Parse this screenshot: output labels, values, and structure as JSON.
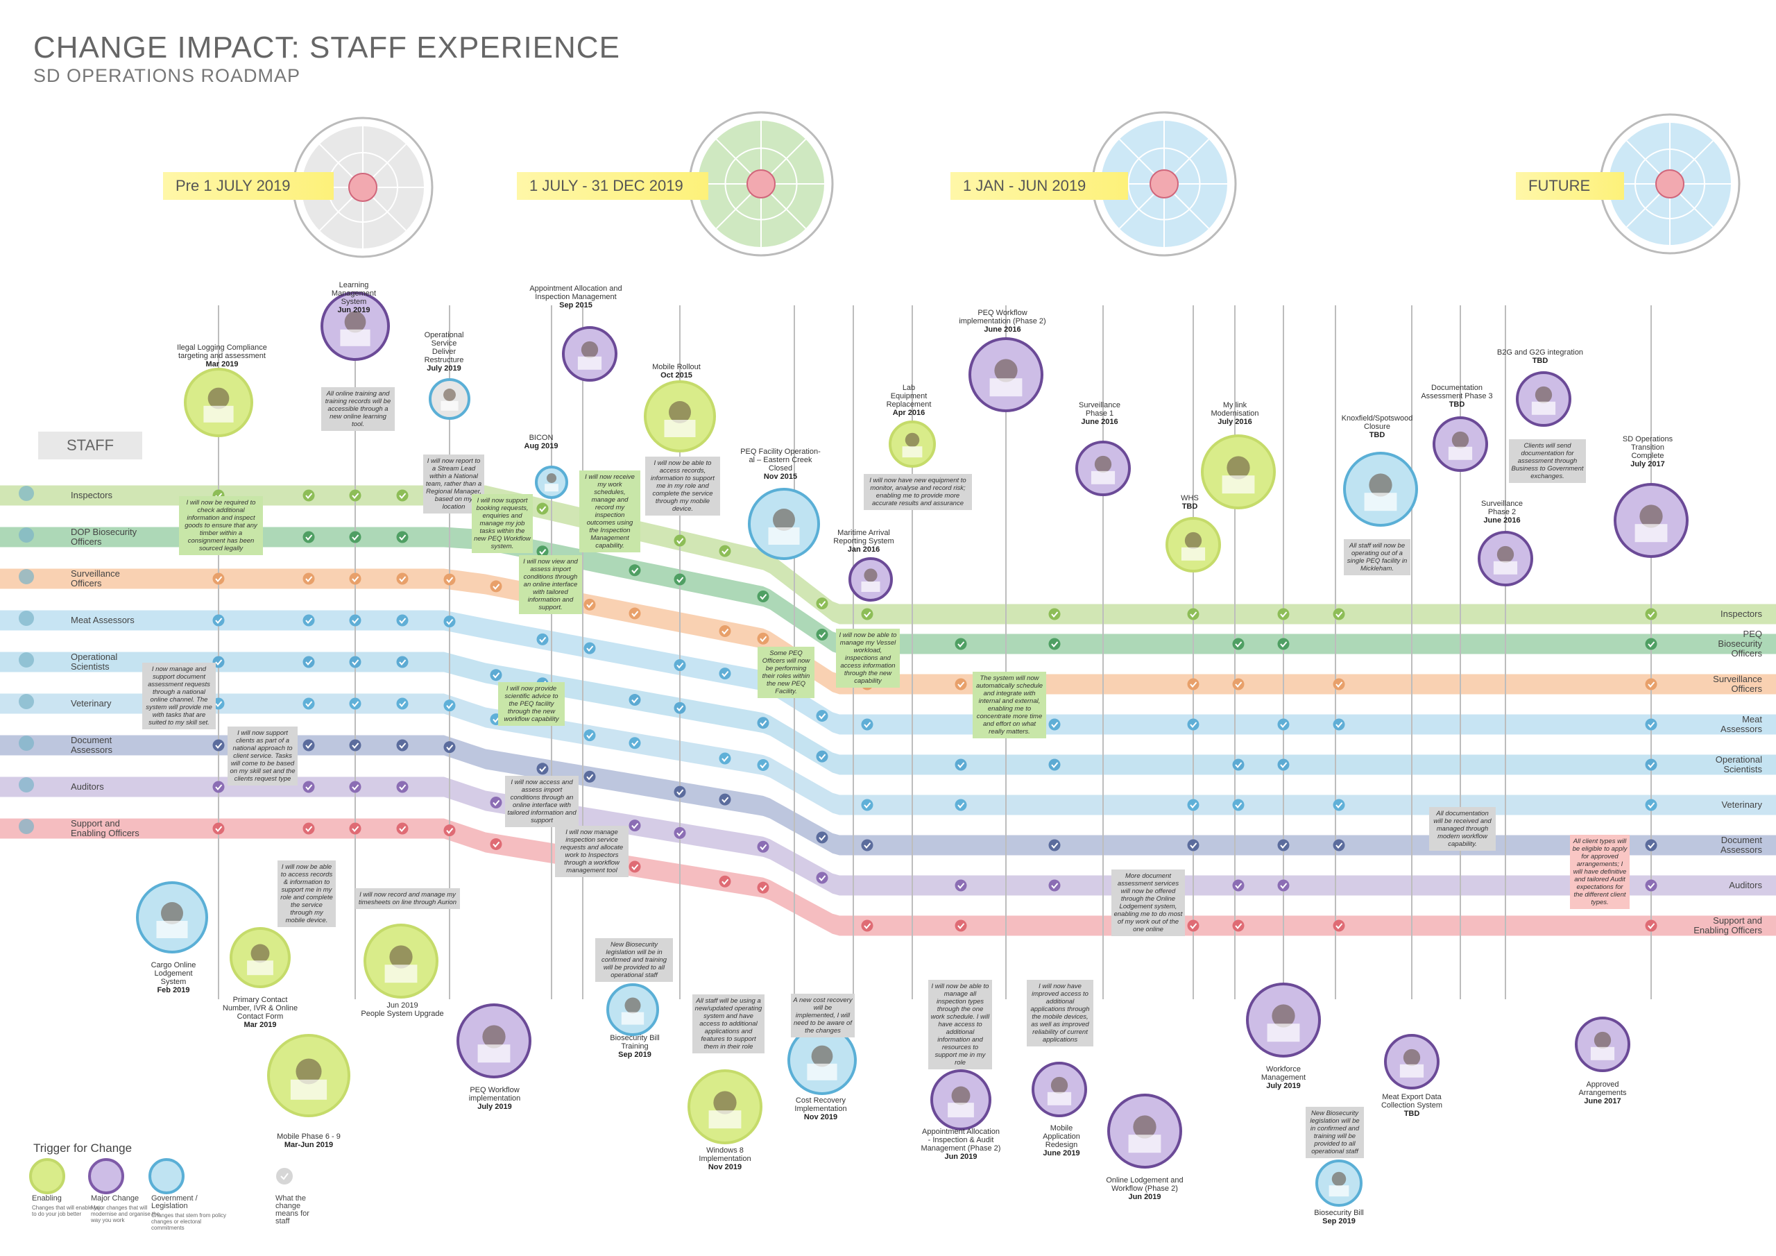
{
  "header": {
    "title": "CHANGE IMPACT: STAFF EXPERIENCE",
    "subtitle": "SD OPERATIONS ROADMAP"
  },
  "periods": [
    "Pre 1 JULY 2019",
    "1 JULY - 31 DEC 2019",
    "1 JAN  - JUN 2019",
    "FUTURE"
  ],
  "staff_box": "STAFF",
  "lanes_left": [
    "Inspectors",
    "DOP Biosecurity\nOfficers",
    "Surveillance\nOfficers",
    "Meat Assessors",
    "Operational\nScientists",
    "Veterinary",
    "Document\nAssessors",
    "Auditors",
    "Support and\nEnabling Officers"
  ],
  "lanes_right": [
    "Inspectors",
    "PEQ\nBiosecurity\nOfficers",
    "Surveillance\nOfficers",
    "Meat\nAssessors",
    "Operational\nScientists",
    "Veterinary",
    "Document\nAssessors",
    "Auditors",
    "Support and\nEnabling Officers"
  ],
  "lane_colors": [
    "#cfe5b0",
    "#a9d6b3",
    "#f9cfae",
    "#c4e3f2",
    "#c2e1f0",
    "#c8e3f1",
    "#b9c3dc",
    "#d3c9e5",
    "#f4b9bd"
  ],
  "marker_colors": [
    "#8dbd57",
    "#4f9f63",
    "#e8a06a",
    "#5faed6",
    "#5caad3",
    "#5fb0d8",
    "#5b6c9d",
    "#8b6db4",
    "#df6b74"
  ],
  "top_events": [
    {
      "name": "Ilegal Logging Compliance\ntargeting and assessment",
      "date": "Mar 2019"
    },
    {
      "name": "Learning\nManagement\nSystem",
      "date": "Jun 2019"
    },
    {
      "name": "Operational\nService\nDeliver\nRestructure",
      "date": "July 2019"
    },
    {
      "name": "BICON",
      "date": "Aug 2019"
    },
    {
      "name": "Appointment Allocation and\nInspection Management",
      "date": "Sep 2015"
    },
    {
      "name": "Mobile Rollout",
      "date": "Oct 2015"
    },
    {
      "name": "PEQ Facility Operation-\nal – Eastern Creek\nClosed",
      "date": "Nov 2015"
    },
    {
      "name": "Maritime Arrival\nReporting System",
      "date": "Jan 2016"
    },
    {
      "name": "Lab\nEquipment\nReplacement",
      "date": "Apr 2016"
    },
    {
      "name": "PEQ Workflow\nimplementation (Phase 2)",
      "date": "June 2016"
    },
    {
      "name": "Surveillance\nPhase 1",
      "date": "June 2016"
    },
    {
      "name": "WHS",
      "date": "TBD"
    },
    {
      "name": "My link\nModernisation",
      "date": "July 2016"
    },
    {
      "name": "Knoxfield/Spotswood\nClosure",
      "date": "TBD"
    },
    {
      "name": "Documentation\nAssessment Phase 3",
      "date": "TBD"
    },
    {
      "name": "Surveillance\nPhase 2",
      "date": "June 2016"
    },
    {
      "name": "B2G and G2G integration",
      "date": "TBD"
    },
    {
      "name": "SD Operations\nTransition\nComplete",
      "date": "July 2017"
    }
  ],
  "bottom_events": [
    {
      "name": "Cargo Online\nLodgement\nSystem",
      "date": "Feb 2019"
    },
    {
      "name": "Primary Contact\nNumber, IVR & Online\nContact Form",
      "date": "Mar 2019"
    },
    {
      "name": "Mobile Phase 6 - 9",
      "date": "Mar-Jun 2019"
    },
    {
      "name": "Jun 2019\nPeople System Upgrade",
      "date": ""
    },
    {
      "name": "PEQ Workflow\nimplementation",
      "date": "July 2019"
    },
    {
      "name": "Biosecurity Bill\nTraining",
      "date": "Sep 2019"
    },
    {
      "name": "Windows 8\nImplementation",
      "date": "Nov 2019"
    },
    {
      "name": "Cost Recovery\nImplementation",
      "date": "Nov 2019"
    },
    {
      "name": "Appointment Allocation\n- Inspection & Audit\nManagement (Phase 2)",
      "date": "Jun 2019"
    },
    {
      "name": "Mobile\nApplication\nRedesign",
      "date": "June 2019"
    },
    {
      "name": "Online Lodgement and\nWorkflow (Phase 2)",
      "date": "Jun 2019"
    },
    {
      "name": "Workforce\nManagement",
      "date": "July 2019"
    },
    {
      "name": "Biosecurity Bill",
      "date": "Sep 2019"
    },
    {
      "name": "Meat Export Data\nCollection System",
      "date": "TBD"
    },
    {
      "name": "Approved\nArrangements",
      "date": "June 2017"
    }
  ],
  "notes": [
    "I will now be required to check additional information and inspect goods to ensure that any timber within a consignment has been sourced legally",
    "All online training and training records will be accessible through a new online learning tool.",
    "I will now report to a Stream Lead within a National team, rather than a Regional Manager, based on my location",
    "I will now support booking requests, enquiries and manage my job tasks within the new PEQ Workflow system.",
    "I will now receive my work schedules, manage and record my inspection outcomes using the Inspection Management capability.",
    "I will now be able to access records, information to support me in my role and complete the service through my mobile device.",
    "I will now view and assess import conditions through an online interface with tailored information and support.",
    "Some PEQ Officers will now be performing their roles within the new PEQ Facility.",
    "I will now be able to manage my Vessel workload, inspections and access information through the new capability",
    "I will now have new equipment to monitor, analyse and record risk; enabling me to provide more accurate results and assurance",
    "The system will now automatically schedule and integrate with internal and external, enabling me to concentrate more time and effort on what really matters.",
    "All staff will now be operating out of a single PEQ facility in Mickleham.",
    "Clients will send documentation for assessment through Business to Government exchanges.",
    "I now manage and support document assessment requests through a national online channel. The system will provide me with tasks that are suited to my skill set.",
    "I will now support clients as part of a national approach to client service. Tasks will come to be based on my skill set and the clients request type",
    "I will now provide scientific advice to the PEQ facility through the new workflow capability",
    "I will now access and assess import conditions through an online interface with tailored information and support",
    "I will now manage inspection service requests and allocate work to Inspectors through a workflow management tool",
    "I will now be able to access records & information to support me in my role and complete the service through my mobile device.",
    "I will now record and manage my timesheets on line through Aurion",
    "New Biosecurity legislation will be in confirmed and training will be provided to all operational staff",
    "All staff will be using a new/updated operating system and have access to additional applications and features to support them in their role",
    "A new cost recovery will be implemented, I will need to be aware of the changes",
    "I will now be able to manage all inspection types through the one work schedule. I will have access to additional information and resources to support me in my role",
    "I will now have improved access to additional applications through the mobile devices, as well as improved reliability of current applications",
    "More document assessment services will now be offered through the Online Lodgement system, enabling me to do most of my work out of the one online",
    "All documentation will be received and managed through modern workflow capability.",
    "New Biosecurity legislation will be in confirmed and training will be provided to all operational staff",
    "All client types will be eligible to apply for approved arrangements; I will have definitive and tailored Audit expectations for the different client types."
  ],
  "legend": {
    "title": "Trigger for Change",
    "items": [
      {
        "label": "Enabling",
        "desc": "Changes that will enable you to do your job better",
        "color": "#d9ec8a",
        "stroke": "#c2d96a"
      },
      {
        "label": "Major Change",
        "desc": "Major changes that will modernise and organise the way you work",
        "color": "#cdbde6",
        "stroke": "#7e5aa8"
      },
      {
        "label": "Government / Legislation",
        "desc": "Changes that stem from policy changes or electoral commitments",
        "color": "#bfe3f2",
        "stroke": "#5aafd6"
      },
      {
        "label": "What the change means for staff",
        "desc": "",
        "color": "#d6d6d6",
        "stroke": "#d6d6d6"
      }
    ]
  }
}
